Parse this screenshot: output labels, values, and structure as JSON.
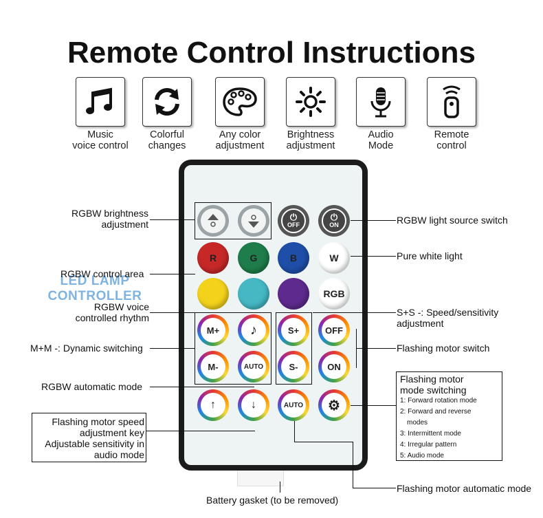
{
  "title": "Remote Control Instructions",
  "features": [
    {
      "icon": "music-notes-icon",
      "label": "Music\nvoice control"
    },
    {
      "icon": "refresh-arrows-icon",
      "label": "Colorful\nchanges"
    },
    {
      "icon": "palette-icon",
      "label": "Any color\nadjustment"
    },
    {
      "icon": "sun-icon",
      "label": "Brightness\nadjustment"
    },
    {
      "icon": "microphone-icon",
      "label": "Audio\nMode"
    },
    {
      "icon": "remote-icon",
      "label": "Remote\ncontrol"
    }
  ],
  "remote": {
    "brand": "LED LAMP CONTROLLER",
    "buttons": {
      "off": "OFF",
      "on": "ON",
      "r": "R",
      "g": "G",
      "b": "B",
      "w": "W",
      "rgb": "RGB",
      "m_plus": "M+",
      "m_minus": "M-",
      "auto": "AUTO",
      "s_plus": "S+",
      "s_minus": "S-",
      "flash_off": "OFF",
      "flash_on": "ON",
      "auto2": "AUTO"
    },
    "colors": {
      "r": "#c62828",
      "g": "#1e7d4a",
      "b": "#1e4ea8",
      "w": "#ffffff",
      "yellow": "#f3d21c",
      "cyan": "#45b8c4",
      "purple": "#5e2a8e",
      "rgb": "#ffffff"
    }
  },
  "labels": {
    "rgbw_brightness": "RGBW brightness\nadjustment",
    "rgbw_control": "RGBW control area",
    "rgbw_voice": "RGBW voice\ncontrolled rhythm",
    "mm": "M+M -: Dynamic switching",
    "rgbw_auto": "RGBW automatic mode",
    "motor_speed": "Flashing motor speed\nadjustment key\nAdjustable sensitivity in\naudio mode",
    "light_switch": "RGBW light source switch",
    "pure_white": "Pure white light",
    "ss": "S+S -: Speed/sensitivity\nadjustment",
    "motor_switch": "Flashing motor switch",
    "motor_auto": "Flashing motor automatic mode",
    "battery": "Battery gasket (to be removed)"
  },
  "mode_box": {
    "title": "Flashing motor\nmode switching",
    "items": [
      "1: Forward rotation mode",
      "2: Forward and reverse",
      "modes",
      "3: Intermittent mode",
      "4: Irregular pattern",
      "5: Audio mode"
    ]
  }
}
